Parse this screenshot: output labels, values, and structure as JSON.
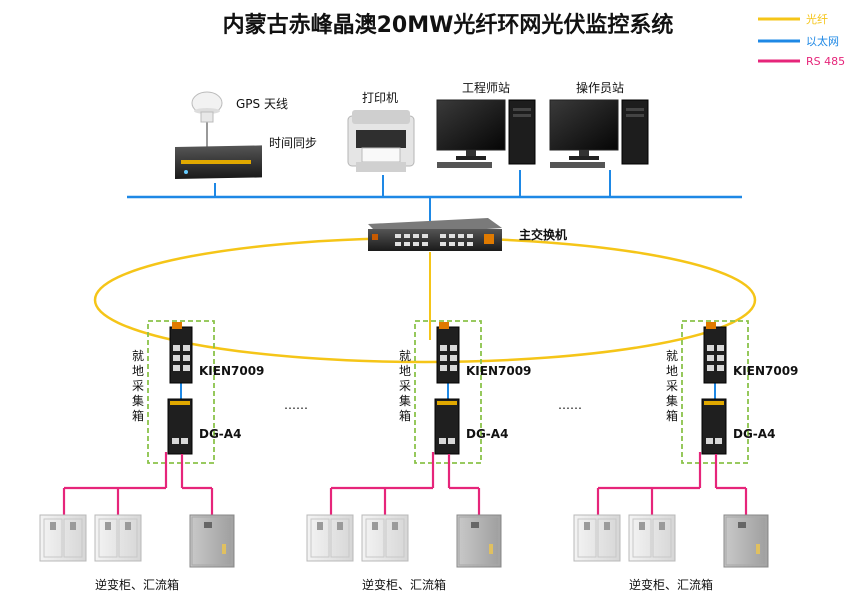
{
  "title": "内蒙古赤峰晶澳20MW光纤环网光伏监控系统",
  "legend": [
    {
      "label": "光纤",
      "color": "#f5c518"
    },
    {
      "label": "以太网",
      "color": "#1e88e5"
    },
    {
      "label": "RS 485",
      "color": "#e6257a"
    }
  ],
  "devices": {
    "gps": "GPS 天线",
    "time_sync": "时间同步",
    "printer": "打印机",
    "engineer_station": "工程师站",
    "operator_station": "操作员站",
    "main_switch": "主交换机"
  },
  "stations": [
    {
      "box_label": "就地采集箱",
      "switch": "KIEN7009",
      "collector": "DG-A4",
      "equipment": "逆变柜、汇流箱"
    },
    {
      "box_label": "就地采集箱",
      "switch": "KIEN7009",
      "collector": "DG-A4",
      "equipment": "逆变柜、汇流箱"
    },
    {
      "box_label": "就地采集箱",
      "switch": "KIEN7009",
      "collector": "DG-A4",
      "equipment": "逆变柜、汇流箱"
    }
  ],
  "ellipsis": "……",
  "colors": {
    "fiber": "#f5c518",
    "ethernet": "#1e88e5",
    "rs485": "#e6257a",
    "box": "#8bc34a"
  }
}
